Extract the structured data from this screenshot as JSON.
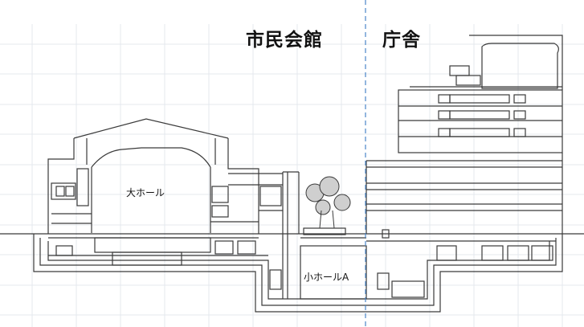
{
  "labels": {
    "civic_hall": "市民会館",
    "city_hall": "庁舎",
    "main_hall": "大ホール",
    "small_hall_a": "小ホールA"
  },
  "colors": {
    "line": "#3a3a3a",
    "grid": "#e4e8ee",
    "divider": "#4a86c8",
    "tree_fill": "#cfcfcf"
  },
  "icons": {
    "tree": "tree-illustration-icon"
  }
}
